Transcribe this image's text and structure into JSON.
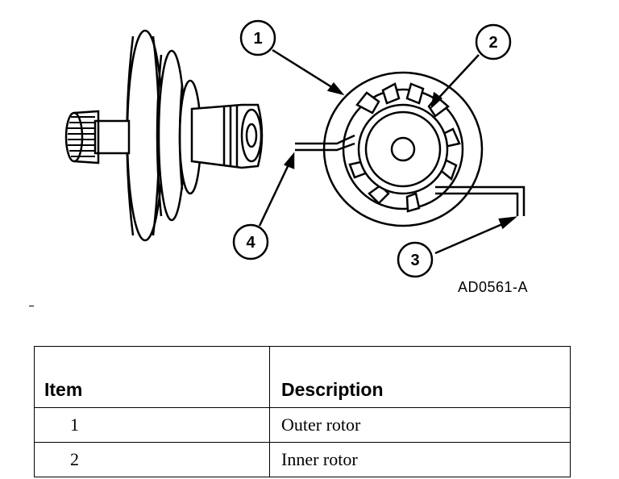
{
  "figure": {
    "callouts": [
      {
        "id": "callout-1",
        "number": "1"
      },
      {
        "id": "callout-2",
        "number": "2"
      },
      {
        "id": "callout-3",
        "number": "3"
      },
      {
        "id": "callout-4",
        "number": "4"
      }
    ],
    "figure_id": "AD0561-A"
  },
  "table": {
    "headers": [
      "Item",
      "Description"
    ],
    "rows": [
      {
        "item": "1",
        "description": "Outer rotor"
      },
      {
        "item": "2",
        "description": "Inner rotor"
      }
    ]
  }
}
